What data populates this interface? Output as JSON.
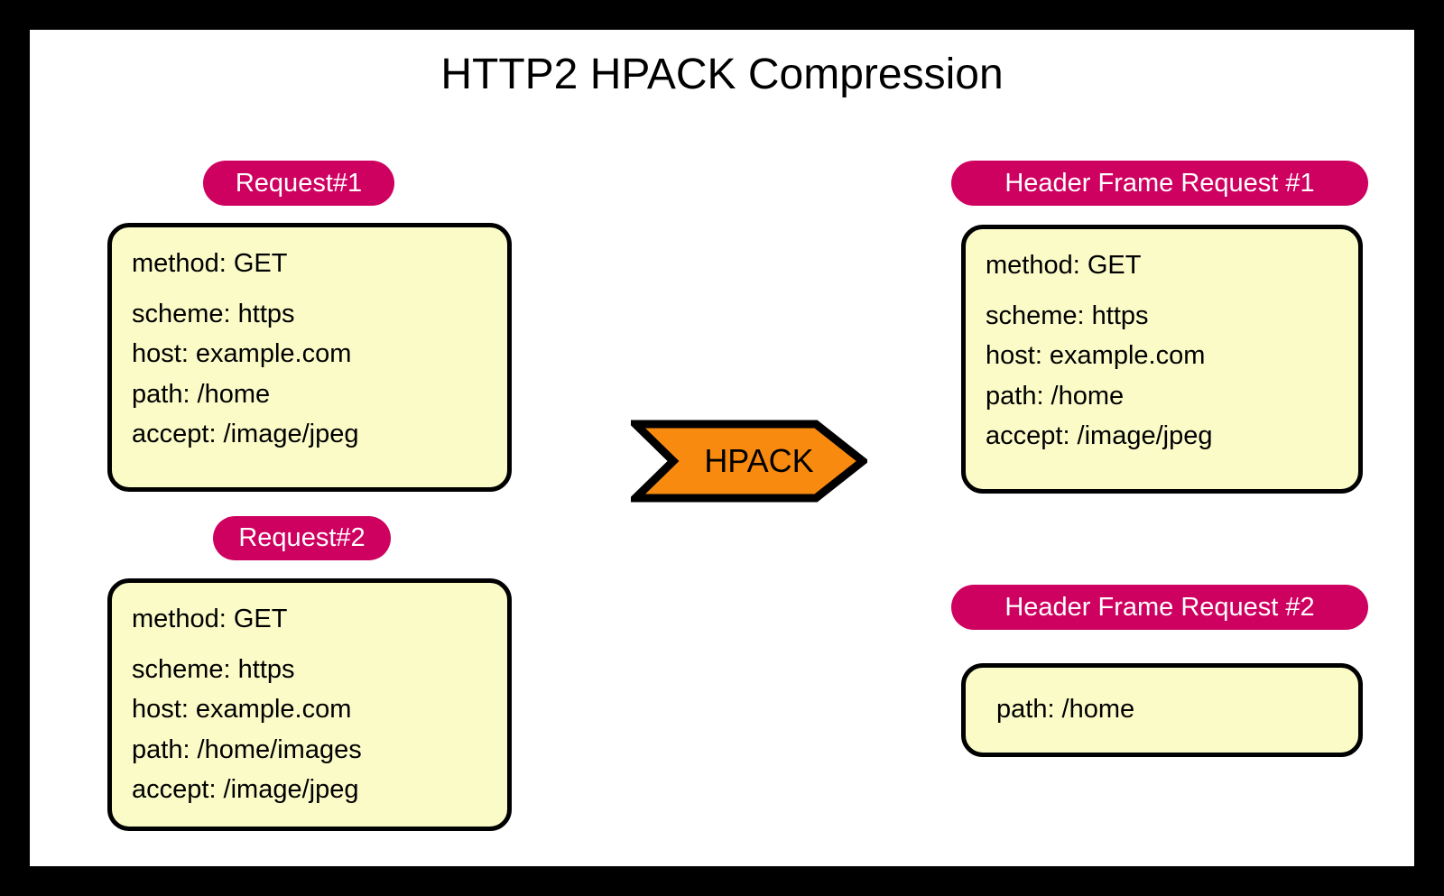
{
  "title": "HTTP2 HPACK Compression",
  "colors": {
    "badge_pink": "#CE0060",
    "card_yellow": "#FBFBC8",
    "arrow_orange": "#F98A10",
    "frame_black": "#000000",
    "page_white": "#FFFFFF"
  },
  "arrow": {
    "label": "HPACK",
    "shape": "chevron-right"
  },
  "left_column": [
    {
      "badge": "Request#1",
      "lines": [
        "method: GET",
        "scheme: https",
        "host: example.com",
        "path: /home",
        "accept: /image/jpeg"
      ]
    },
    {
      "badge": "Request#2",
      "lines": [
        "method: GET",
        "scheme: https",
        "host: example.com",
        "path: /home/images",
        "accept: /image/jpeg"
      ]
    }
  ],
  "right_column": [
    {
      "badge": "Header Frame Request #1",
      "lines": [
        "method: GET",
        "scheme: https",
        "host: example.com",
        "path: /home",
        "accept: /image/jpeg"
      ]
    },
    {
      "badge": "Header Frame Request #2",
      "lines": [
        "path: /home"
      ]
    }
  ]
}
